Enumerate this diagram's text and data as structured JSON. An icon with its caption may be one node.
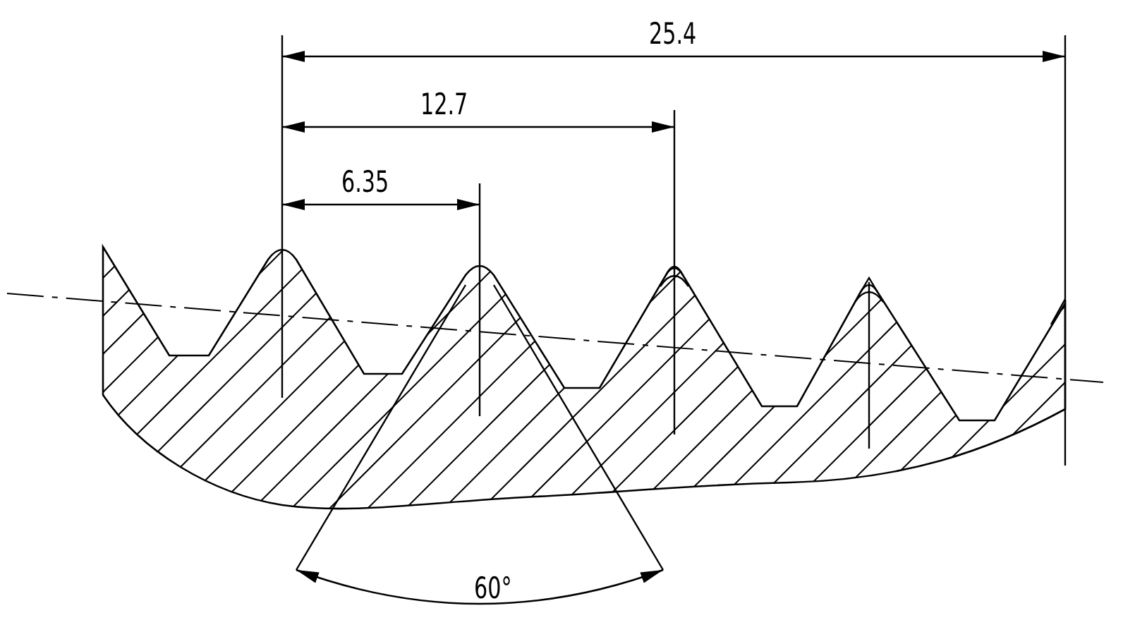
{
  "diagram": {
    "labels": [
      "25.4",
      "12.7",
      "6.35",
      "60°"
    ]
  }
}
